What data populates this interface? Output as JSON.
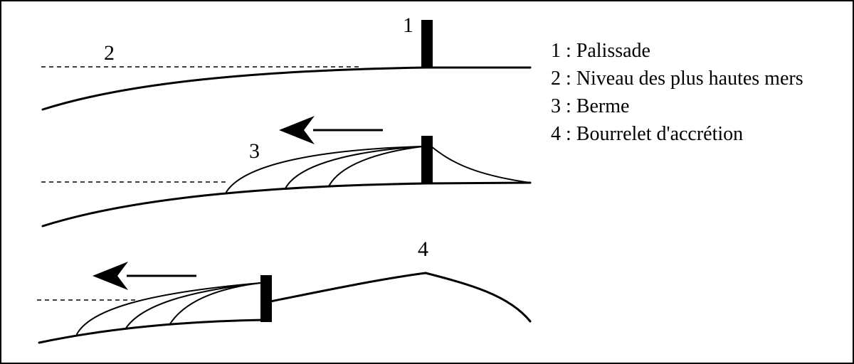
{
  "diagram": {
    "labels": {
      "palisade": "1",
      "high_water": "2",
      "berm": "3",
      "accretion": "4"
    },
    "legend": [
      "1 : Palissade",
      "2 : Niveau des plus hautes mers",
      "3 : Berme",
      "4 : Bourrelet d'accrétion"
    ],
    "colors": {
      "ink": "#000000",
      "background": "#ffffff"
    }
  }
}
